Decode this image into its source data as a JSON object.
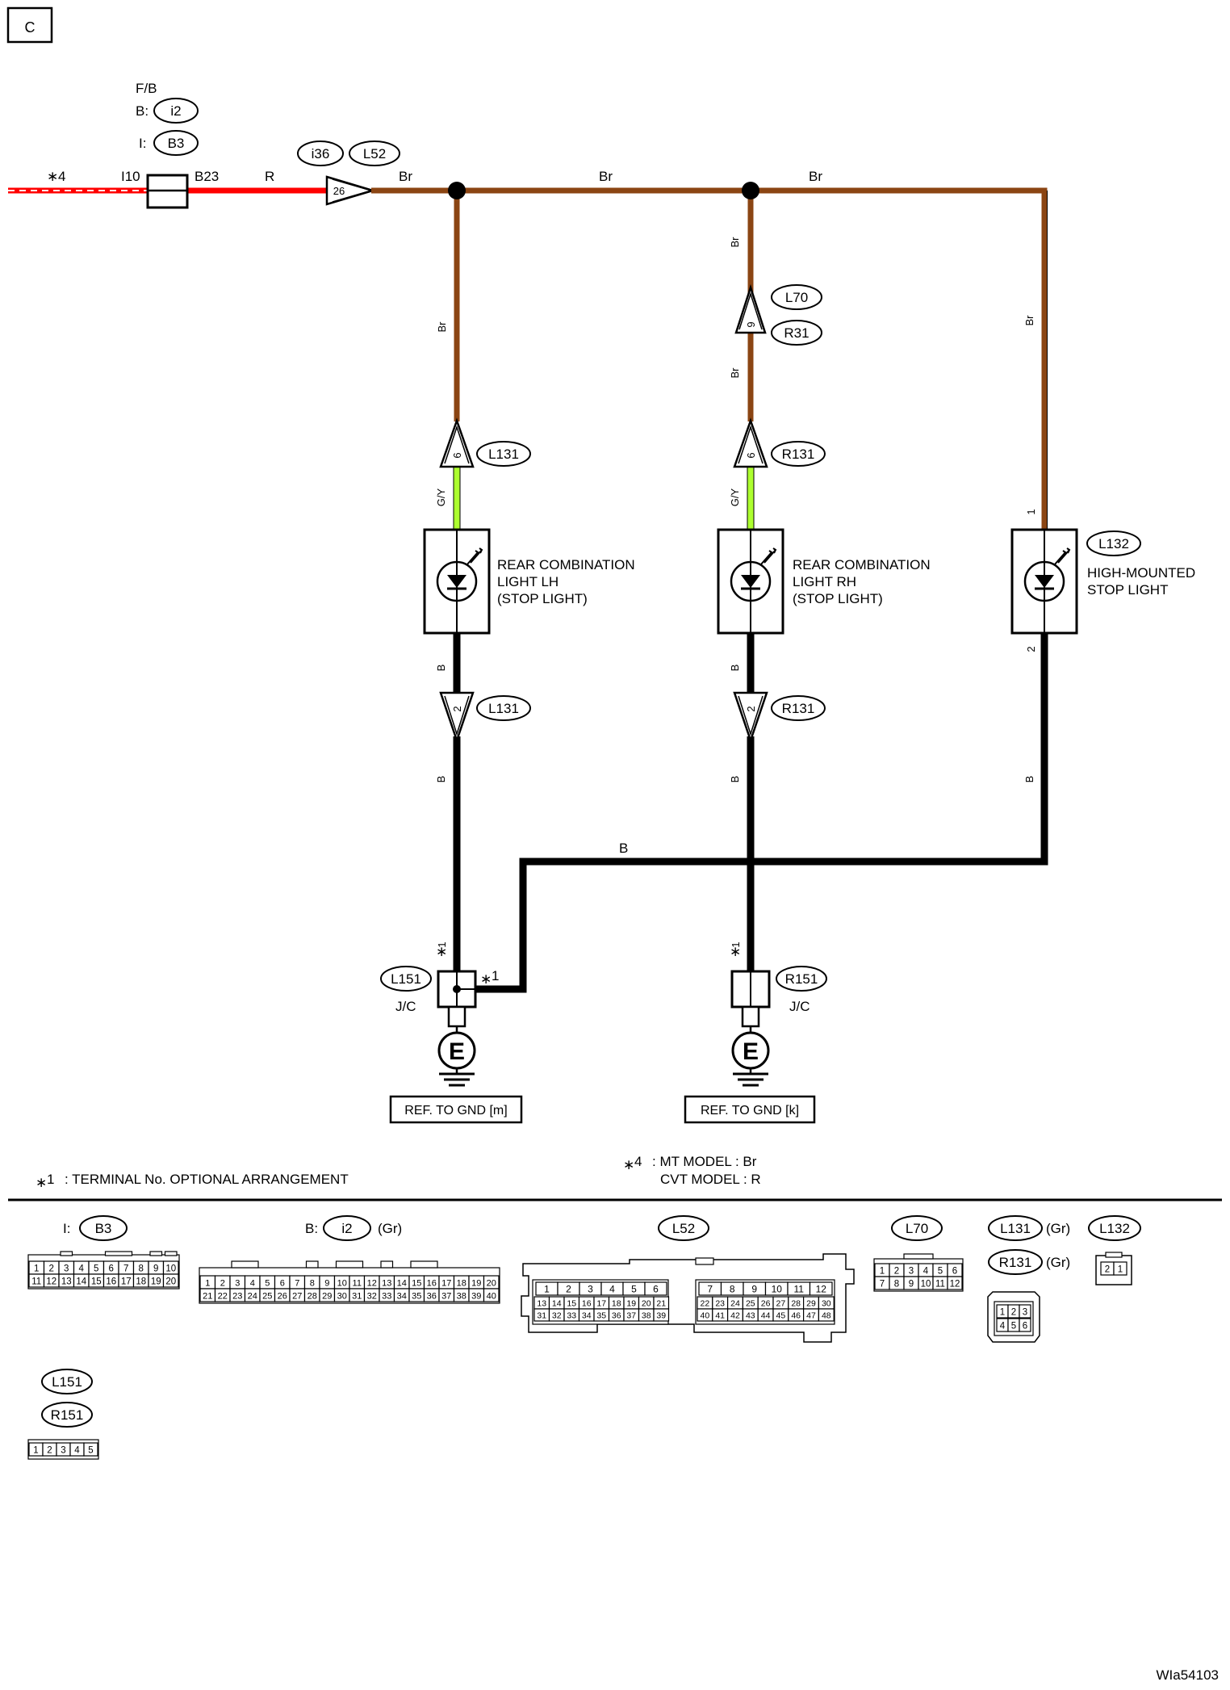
{
  "section_marker": "C",
  "drawing_id": "WIa54103",
  "colors": {
    "red": "#ff0000",
    "brown": "#8b4513",
    "green_yellow": "#adff2f",
    "black": "#000000"
  },
  "top_left": {
    "fb_label": "F/B",
    "fb_b_prefix": "B:",
    "fb_b_conn": "i2",
    "fb_i_prefix": "I:",
    "fb_i_conn": "B3",
    "star4": "4",
    "fuse_left": "I10",
    "fuse_right": "B23",
    "wire_r": "R",
    "conn_i36": "i36",
    "conn_l52": "L52",
    "pin_26": "26"
  },
  "wires": {
    "br": "Br",
    "gy": "G/Y",
    "b": "B"
  },
  "lh": {
    "conn_top": "L131",
    "pin_top": "6",
    "name_1": "REAR COMBINATION",
    "name_2": "LIGHT LH",
    "name_3": "(STOP LIGHT)",
    "conn_bot": "L131",
    "pin_bot": "2",
    "jc_conn": "L151",
    "jc_label": "J/C",
    "star1": "1",
    "star1_side": "1",
    "gnd_ref": "REF. TO GND [m]",
    "gnd_symbol": "E"
  },
  "rh": {
    "conn_mid_top": "L70",
    "pin_mid": "9",
    "conn_mid_bot": "R31",
    "conn_top": "R131",
    "pin_top": "6",
    "name_1": "REAR COMBINATION",
    "name_2": "LIGHT RH",
    "name_3": "(STOP LIGHT)",
    "conn_bot": "R131",
    "pin_bot": "2",
    "jc_conn": "R151",
    "jc_label": "J/C",
    "star1": "1",
    "gnd_ref": "REF. TO GND [k]",
    "gnd_symbol": "E"
  },
  "hm": {
    "conn": "L132",
    "name_1": "HIGH-MOUNTED",
    "name_2": "STOP LIGHT",
    "pin_top": "1",
    "pin_bot": "2"
  },
  "notes": {
    "n1_star": "1",
    "n1_text": ": TERMINAL No. OPTIONAL ARRANGEMENT",
    "n4_star": "4",
    "n4_line1": ": MT MODEL  : Br",
    "n4_line2": "CVT MODEL  : R"
  },
  "connectors": {
    "b3": {
      "prefix": "I:",
      "name": "B3",
      "row1": [
        "1",
        "2",
        "3",
        "4",
        "5",
        "6",
        "7",
        "8",
        "9",
        "10"
      ],
      "row2": [
        "11",
        "12",
        "13",
        "14",
        "15",
        "16",
        "17",
        "18",
        "19",
        "20"
      ]
    },
    "i2": {
      "prefix": "B:",
      "name": "i2",
      "color": "(Gr)",
      "row1": [
        "1",
        "2",
        "3",
        "4",
        "5",
        "6",
        "7",
        "8",
        "9",
        "10",
        "11",
        "12",
        "13",
        "14",
        "15",
        "16",
        "17",
        "18",
        "19",
        "20"
      ],
      "row2": [
        "21",
        "22",
        "23",
        "24",
        "25",
        "26",
        "27",
        "28",
        "29",
        "30",
        "31",
        "32",
        "33",
        "34",
        "35",
        "36",
        "37",
        "38",
        "39",
        "40"
      ]
    },
    "l52": {
      "name": "L52",
      "left_row1": [
        "1",
        "2",
        "3",
        "4",
        "5",
        "6"
      ],
      "left_row2": [
        "13",
        "14",
        "15",
        "16",
        "17",
        "18",
        "19",
        "20",
        "21"
      ],
      "left_row3": [
        "31",
        "32",
        "33",
        "34",
        "35",
        "36",
        "37",
        "38",
        "39"
      ],
      "right_row1": [
        "7",
        "8",
        "9",
        "10",
        "11",
        "12"
      ],
      "right_row2": [
        "22",
        "23",
        "24",
        "25",
        "26",
        "27",
        "28",
        "29",
        "30"
      ],
      "right_row3": [
        "40",
        "41",
        "42",
        "43",
        "44",
        "45",
        "46",
        "47",
        "48"
      ]
    },
    "l70": {
      "name": "L70",
      "row1": [
        "1",
        "2",
        "3",
        "4",
        "5",
        "6"
      ],
      "row2": [
        "7",
        "8",
        "9",
        "10",
        "11",
        "12"
      ]
    },
    "l131": {
      "name": "L131",
      "color": "(Gr)",
      "row1": [
        "1",
        "2",
        "3"
      ],
      "row2": [
        "4",
        "5",
        "6"
      ]
    },
    "r131": {
      "name": "R131",
      "color": "(Gr)"
    },
    "l132": {
      "name": "L132",
      "row1": [
        "2",
        "1"
      ]
    },
    "l151": {
      "name": "L151",
      "row1": [
        "1",
        "2",
        "3",
        "4",
        "5"
      ]
    },
    "r151": {
      "name": "R151"
    }
  }
}
